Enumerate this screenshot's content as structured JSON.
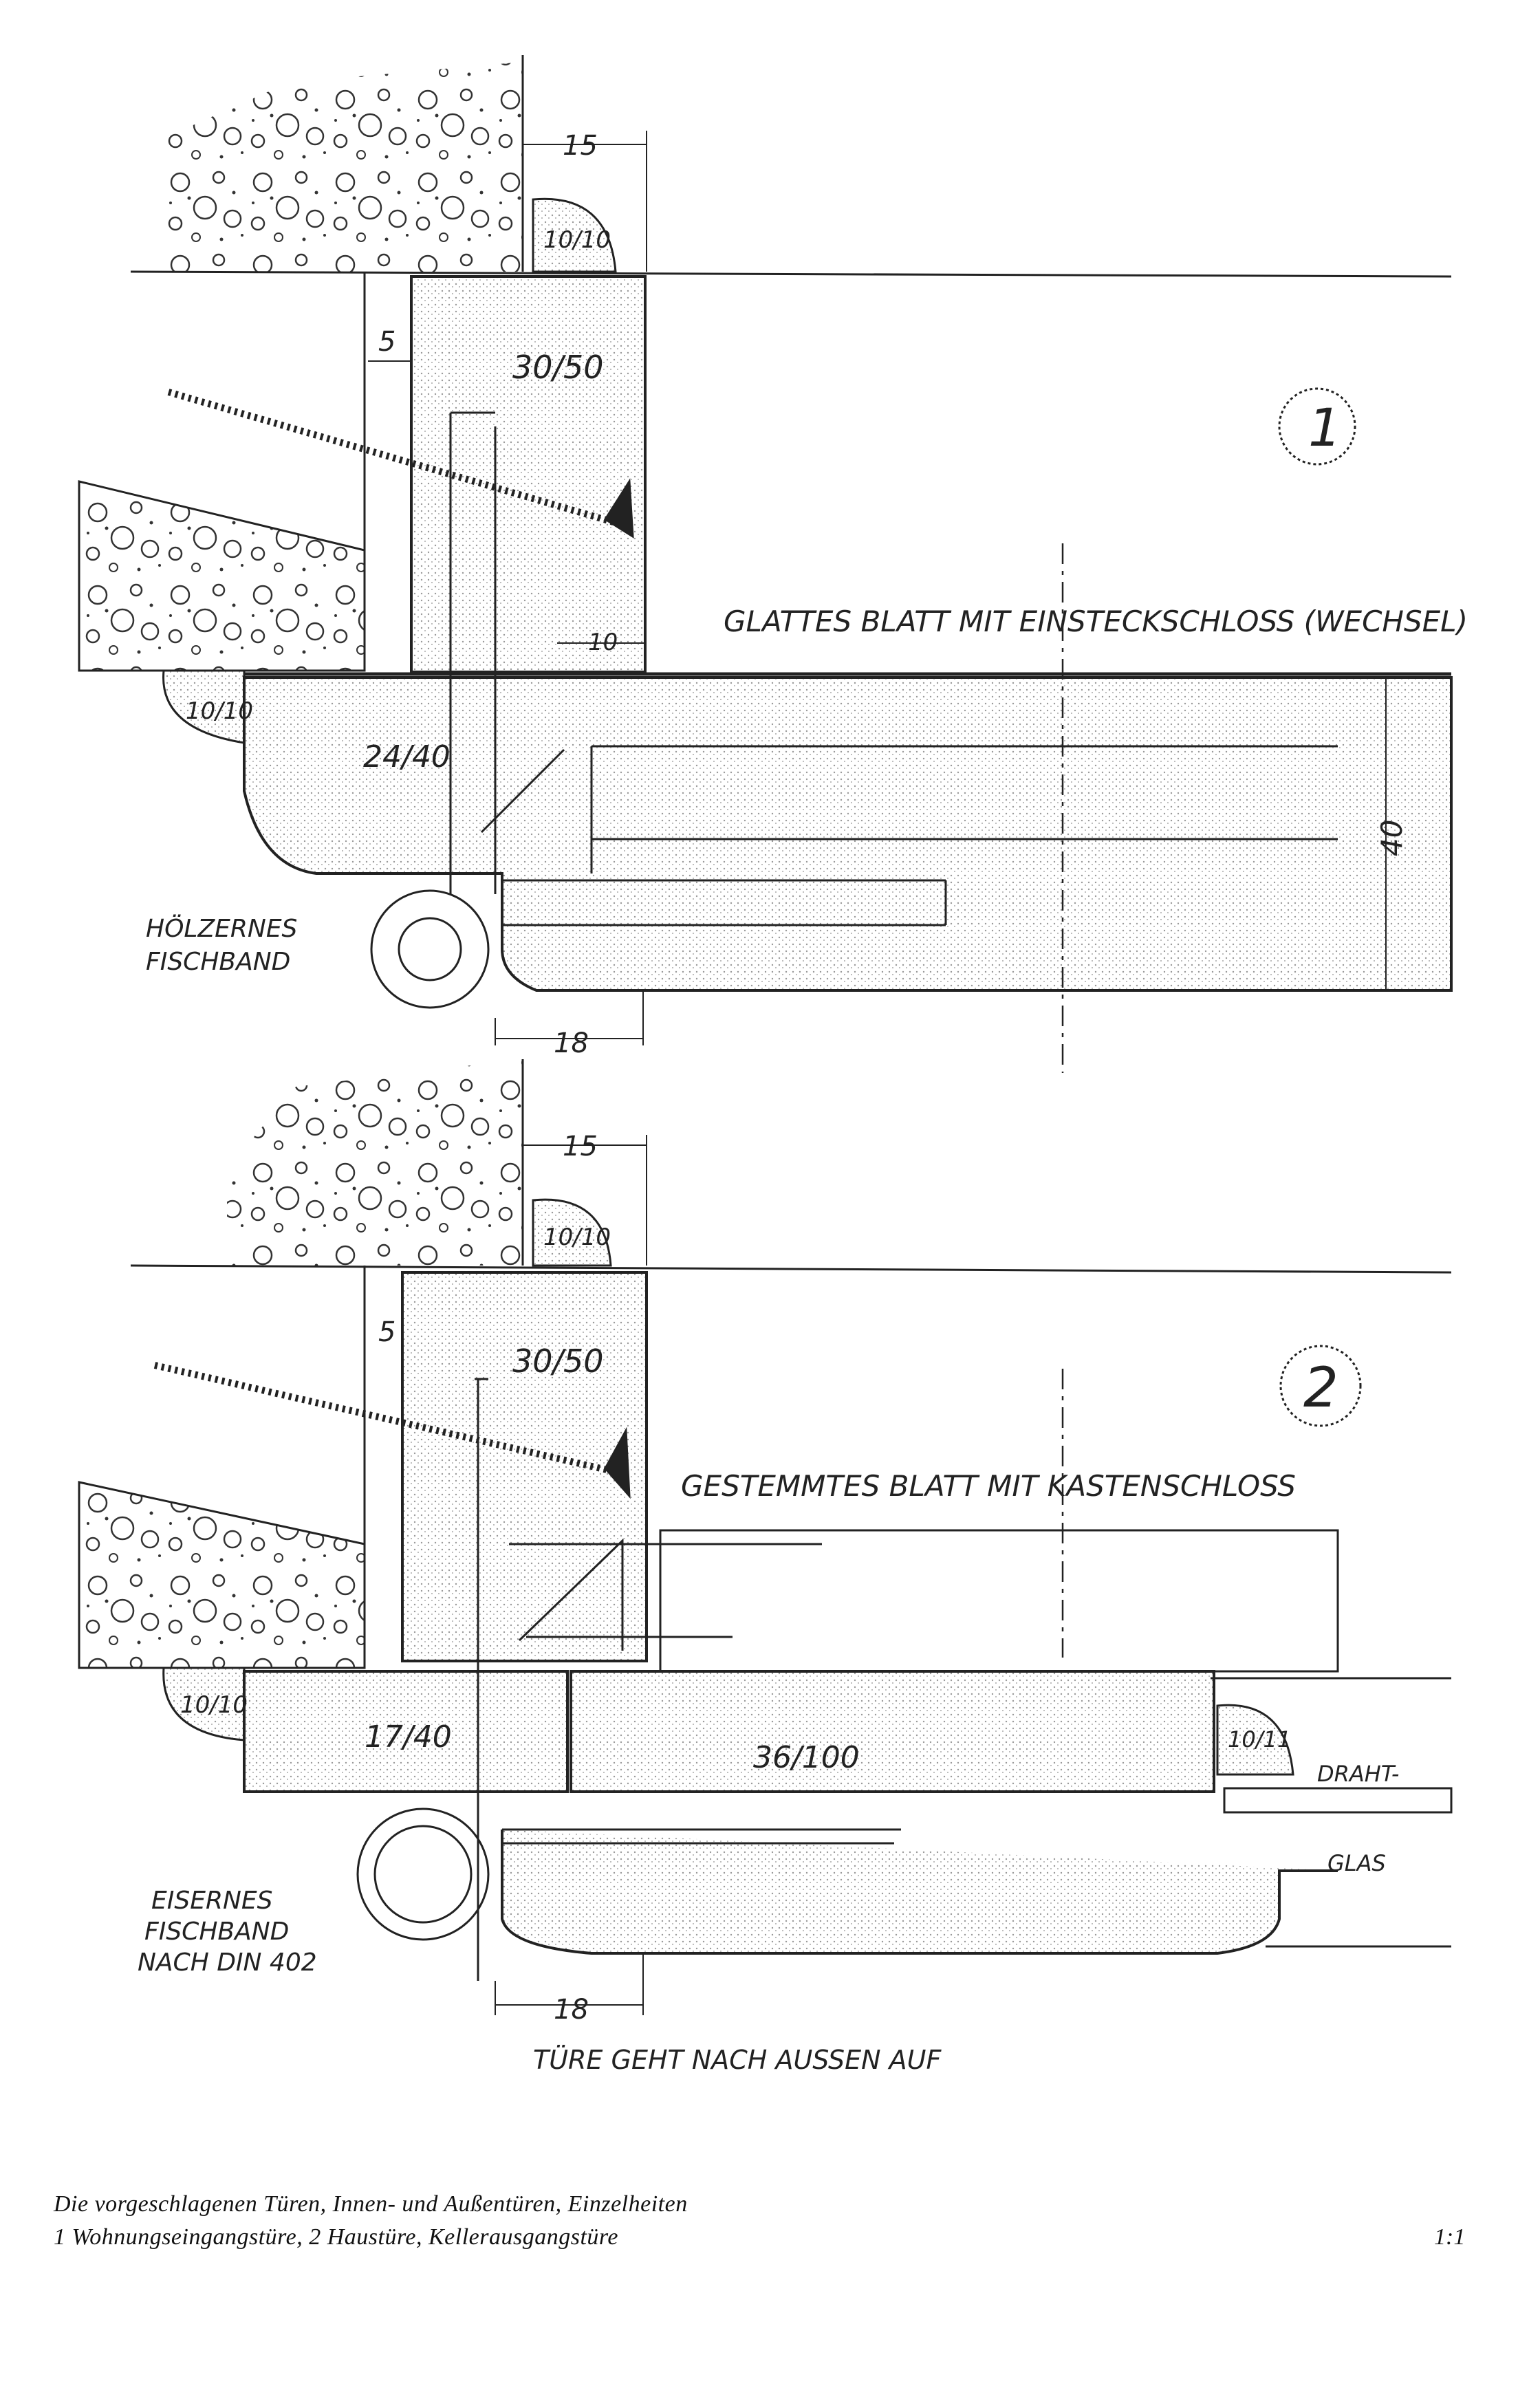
{
  "detail1": {
    "number": "1",
    "title": "GLATTES BLATT MIT EINSTECKSCHLOSS (WECHSEL)",
    "hinge_label_line1": "HÖLZERNES",
    "hinge_label_line2": "FISCHBAND",
    "dim_top": "15",
    "dim_gap": "5",
    "dim_frame": "30/50",
    "dim_bead_top": "10/10",
    "dim_bead_bottom": "10/10",
    "dim_rebate": "10",
    "dim_leaf": "24/40",
    "dim_thickness": "40",
    "dim_bottom": "18"
  },
  "detail2": {
    "number": "2",
    "title": "GESTEMMTES BLATT MIT KASTENSCHLOSS",
    "hinge_label_line1": "EISERNES",
    "hinge_label_line2": "FISCHBAND",
    "hinge_label_line3": "NACH DIN 402",
    "dim_top": "15",
    "dim_gap": "5",
    "dim_frame": "30/50",
    "dim_bead_top": "10/10",
    "dim_bead_bottom": "10/10",
    "dim_frame_leaf": "17/40",
    "dim_panel": "36/100",
    "dim_glass_bead": "10/11",
    "glass_label_1": "DRAHT-",
    "glass_label_2": "GLAS",
    "dim_bottom": "18"
  },
  "note": "TÜRE GEHT NACH AUSSEN AUF",
  "caption_line1": "Die vorgeschlagenen Türen, Innen- und Außentüren, Einzelheiten",
  "caption_line2": "1 Wohnungseingangstüre, 2 Haustüre, Kellerausgangstüre",
  "scale": "1:1"
}
